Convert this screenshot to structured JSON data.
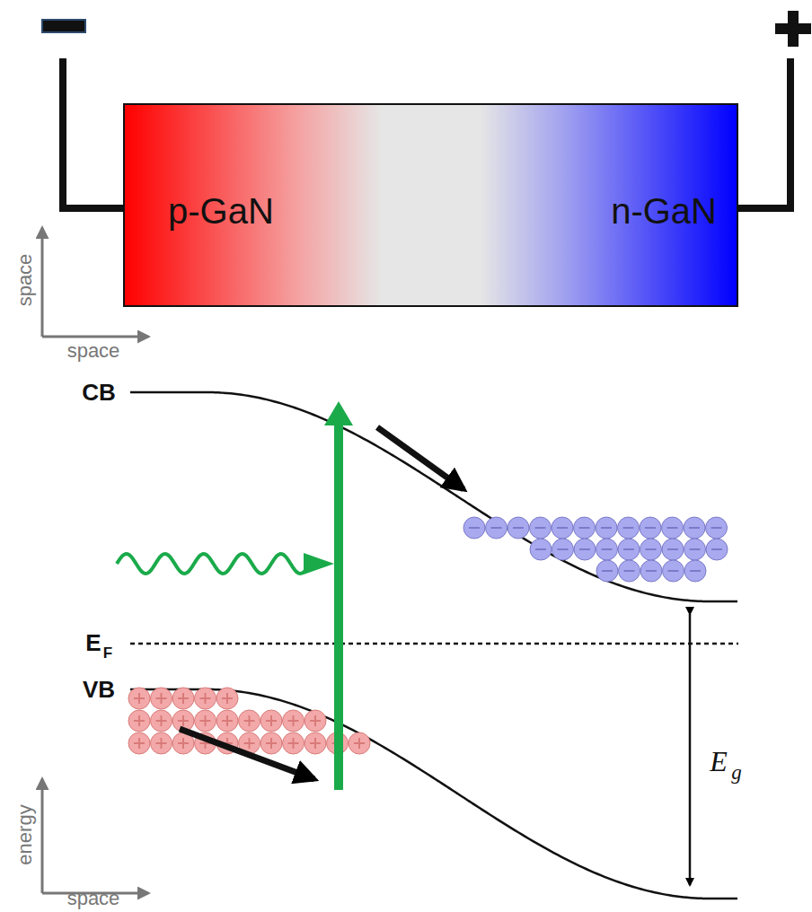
{
  "diagram": {
    "nodes": [
      {
        "text": [
          "p-GaN",
          "n-GaN"
        ]
      }
    ],
    "labels": [
      "space",
      "space",
      "CB",
      "E",
      "F",
      "VB",
      "E",
      "g",
      "energy",
      "space"
    ]
  }
}
